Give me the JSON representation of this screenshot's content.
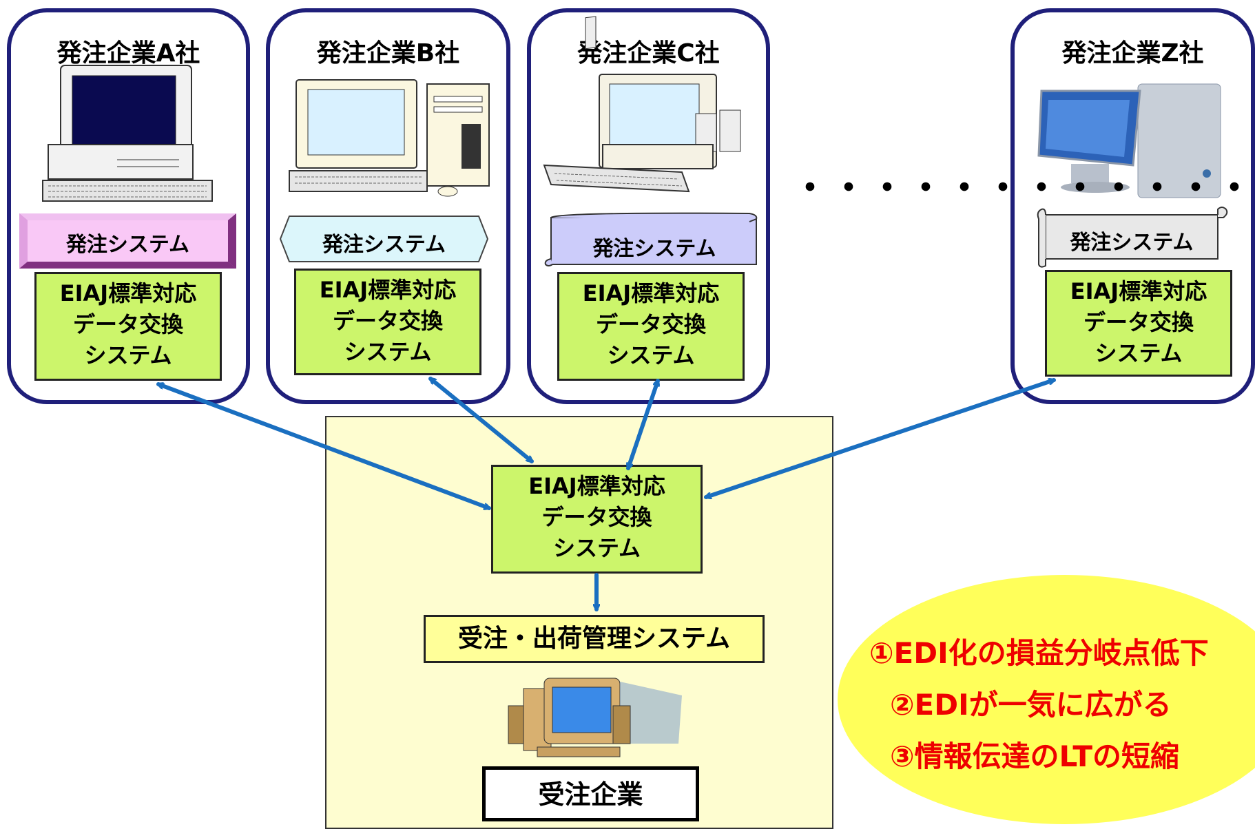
{
  "companies": [
    {
      "title": "発注企業A社",
      "system": "発注システム",
      "edi": [
        "EIAJ標準対応",
        "データ交換",
        "システム"
      ]
    },
    {
      "title": "発注企業B社",
      "system": "発注システム",
      "edi": [
        "EIAJ標準対応",
        "データ交換",
        "システム"
      ]
    },
    {
      "title": "発注企業C社",
      "system": "発注システム",
      "edi": [
        "EIAJ標準対応",
        "データ交換",
        "システム"
      ]
    },
    {
      "title": "発注企業Z社",
      "system": "発注システム",
      "edi": [
        "EIAJ標準対応",
        "データ交換",
        "システム"
      ]
    }
  ],
  "ellipsis": "・・・・・・・・・・・・",
  "customer": {
    "edi": [
      "EIAJ標準対応",
      "データ交換",
      "システム"
    ],
    "order_system": "受注・出荷管理システム",
    "label": "受注企業"
  },
  "merits": [
    "①EDI化の損益分岐点低下",
    "②EDIが一気に広がる",
    "③情報伝達のLTの短縮"
  ],
  "colors": {
    "frame": "#1f1f7a",
    "edi_box": "#ccf56b",
    "arrow": "#1a6fc0",
    "customer_bg": "#fefdd0",
    "merit_text": "#ee0000",
    "ellipse": "#ffff5a"
  }
}
